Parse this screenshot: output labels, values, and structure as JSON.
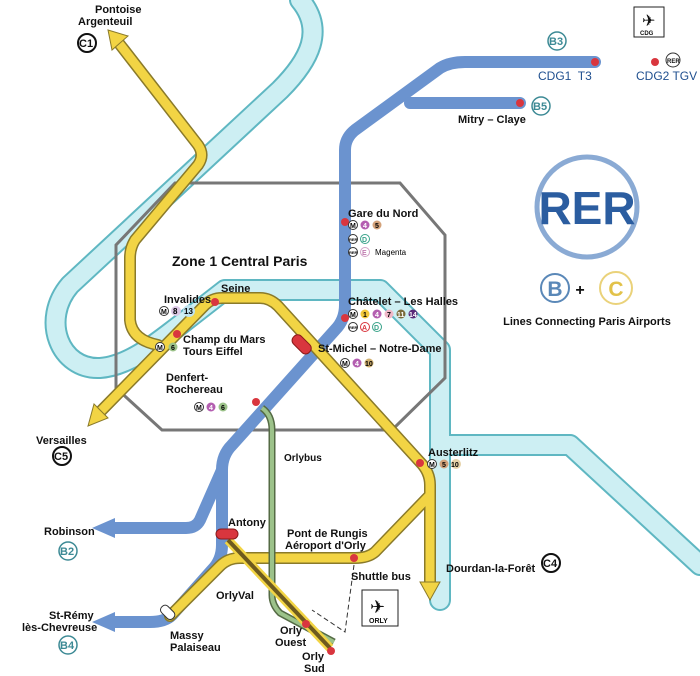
{
  "colors": {
    "rer_b": "#6b93cf",
    "rer_c": "#f2d444",
    "seine": "#cdeff3",
    "orlyval": "#8a7a2a",
    "orlybus": "#9cc28a",
    "station": "#d9363e",
    "zone": "#777777"
  },
  "zone": {
    "title": "Zone 1 Central Paris"
  },
  "river": {
    "name": "Seine"
  },
  "logo": {
    "text": "RER",
    "b": "B",
    "plus": "+",
    "c": "C",
    "caption": "Lines Connecting Paris Airports"
  },
  "airports": {
    "cdg": "CDG",
    "orly": "ORLY"
  },
  "branches": {
    "c1": {
      "badge": "C1",
      "line1": "Pontoise",
      "line2": "Argenteuil"
    },
    "b3": {
      "badge": "B3",
      "stop1": "CDG1  T3",
      "stop2": "CDG2 TGV",
      "rer": "RER"
    },
    "b5": {
      "badge": "B5",
      "stop": "Mitry – Claye"
    },
    "c5": {
      "badge": "C5",
      "stop": "Versailles"
    },
    "b2": {
      "badge": "B2",
      "stop": "Robinson"
    },
    "b4": {
      "badge": "B4",
      "line1": "St-Rémy",
      "line2": "lès-Chevreuse"
    },
    "c4": {
      "badge": "C4",
      "stop": "Dourdan-la-Forêt"
    }
  },
  "stations": {
    "gare_du_nord": {
      "name": "Gare du Nord",
      "m": "M",
      "metro": [
        "4",
        "5"
      ],
      "rer": "RER",
      "rer_lines": [
        "D",
        "E"
      ],
      "e_note": "Magenta"
    },
    "chatelet": {
      "name": "Châtelet – Les Halles",
      "m": "M",
      "metro": [
        "1",
        "4",
        "7",
        "11",
        "14"
      ],
      "rer": "RER",
      "rer_lines": [
        "A",
        "D"
      ]
    },
    "st_michel": {
      "name": "St-Michel – Notre-Dame",
      "m": "M",
      "metro": [
        "4",
        "10"
      ]
    },
    "invalides": {
      "name": "Invalides",
      "m": "M",
      "metro": [
        "8",
        "13"
      ]
    },
    "champ_de_mars": {
      "line1": "Champ du Mars",
      "line2": "Tours Eiffel",
      "m": "M",
      "metro": [
        "6"
      ]
    },
    "denfert": {
      "line1": "Denfert-",
      "line2": "Rochereau",
      "m": "M",
      "metro": [
        "4",
        "6"
      ]
    },
    "austerlitz": {
      "name": "Austerlitz",
      "m": "M",
      "metro": [
        "5",
        "10"
      ]
    },
    "antony": {
      "name": "Antony"
    },
    "pont_de_rungis": {
      "line1": "Pont de Rungis",
      "line2": "Aéroport d'Orly"
    },
    "massy": {
      "line1": "Massy",
      "line2": "Palaiseau"
    },
    "orly_ouest": {
      "line1": "Orly",
      "line2": "Ouest"
    },
    "orly_sud": {
      "line1": "Orly",
      "line2": "Sud"
    }
  },
  "services": {
    "orlybus": "Orlybus",
    "orlyval": "OrlyVal",
    "shuttle": "Shuttle bus"
  }
}
